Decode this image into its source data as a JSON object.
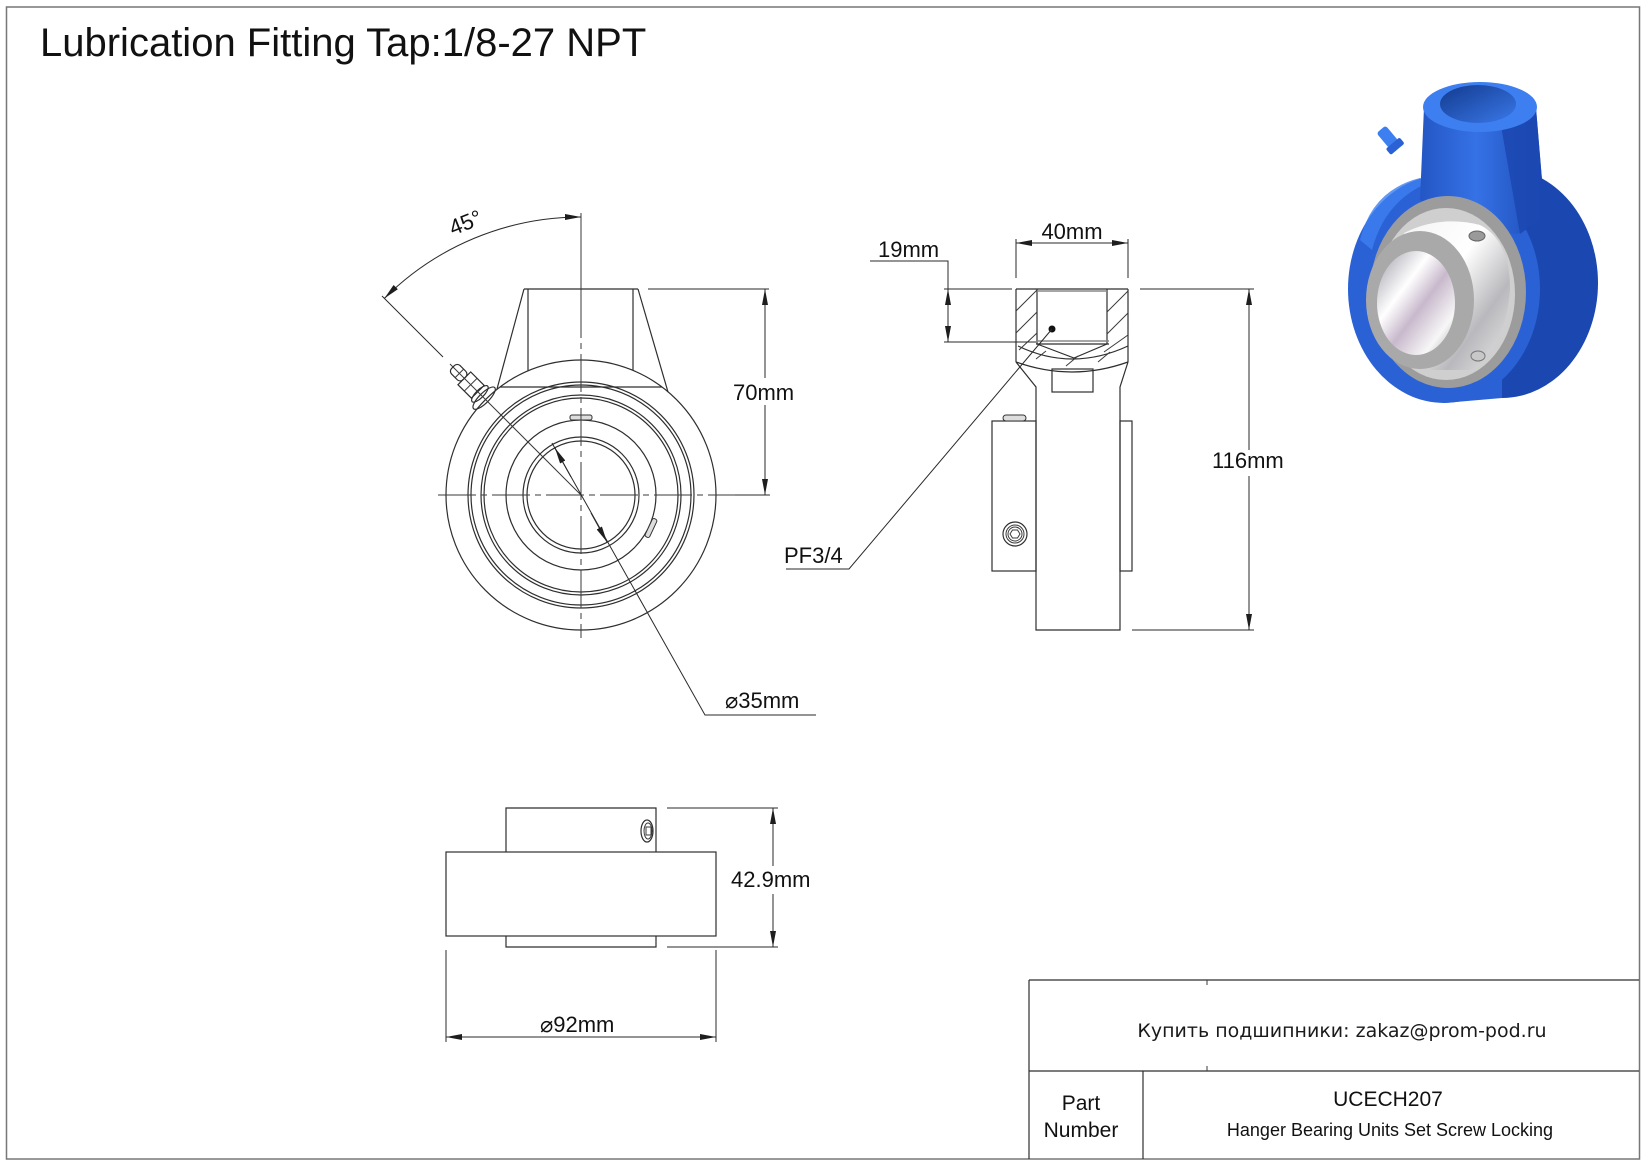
{
  "title": "Lubrication Fitting Tap:1/8-27 NPT",
  "front_view": {
    "angle_label": "45°",
    "height_to_center_label": "70mm",
    "bore_diameter_label": "⌀35mm"
  },
  "side_view": {
    "width_label": "40mm",
    "thread_depth_label": "19mm",
    "thread_label": "PF3/4",
    "total_height_label": "116mm"
  },
  "bottom_view": {
    "collar_width_label": "42.9mm",
    "housing_diameter_label": "⌀92mm"
  },
  "title_block": {
    "contact": "Купить подшипники: zakaz@prom-pod.ru",
    "part_label_line1": "Part",
    "part_label_line2": "Number",
    "part_number": "UCECH207",
    "description": "Hanger Bearing Units Set Screw Locking"
  },
  "colors": {
    "housing": "#2a62d6",
    "housing_dark": "#1b47b0",
    "housing_light": "#3d7ff0",
    "outer_ring": "#9c9c9c",
    "seal_face": "#cfcfcf",
    "collar_face": "#a9a9a9",
    "collar": "#e4e4e4"
  }
}
